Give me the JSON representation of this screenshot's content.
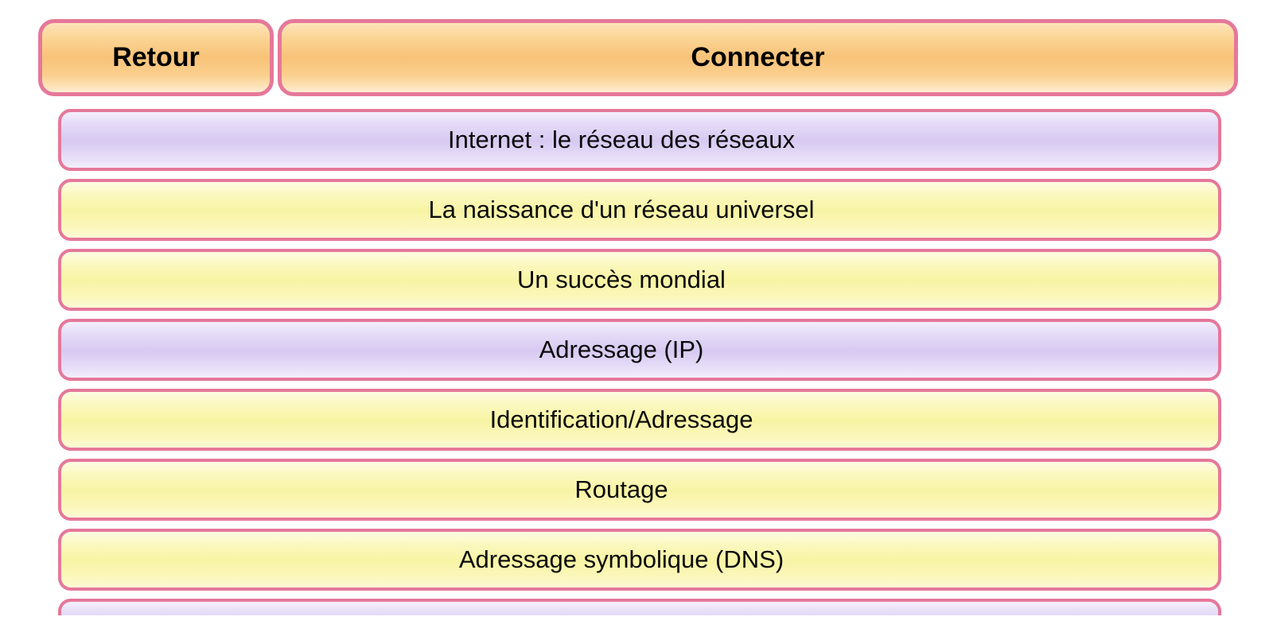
{
  "palette": {
    "border_pink": "#e5789a",
    "orange_top": "#fde4ba",
    "orange_mid": "#f8c278",
    "orange_bottom": "#fdedd2",
    "purple_top": "#f4effc",
    "purple_mid": "#d7c9f1",
    "purple_bottom": "#f3eefb",
    "yellow_top": "#fdfce3",
    "yellow_mid": "#f8f4a4",
    "yellow_bottom": "#fdfad8",
    "text": "#0a0a0a"
  },
  "toolbar": {
    "back_label": "Retour",
    "connect_label": "Connecter"
  },
  "list": {
    "items": [
      {
        "label": "Internet : le réseau des réseaux",
        "variant": "purple"
      },
      {
        "label": "La naissance d'un réseau universel",
        "variant": "yellow"
      },
      {
        "label": "Un succès mondial",
        "variant": "yellow"
      },
      {
        "label": "Adressage (IP)",
        "variant": "purple"
      },
      {
        "label": "Identification/Adressage",
        "variant": "yellow"
      },
      {
        "label": "Routage",
        "variant": "yellow"
      },
      {
        "label": "Adressage symbolique (DNS)",
        "variant": "yellow"
      },
      {
        "label": "",
        "variant": "purple"
      }
    ]
  }
}
